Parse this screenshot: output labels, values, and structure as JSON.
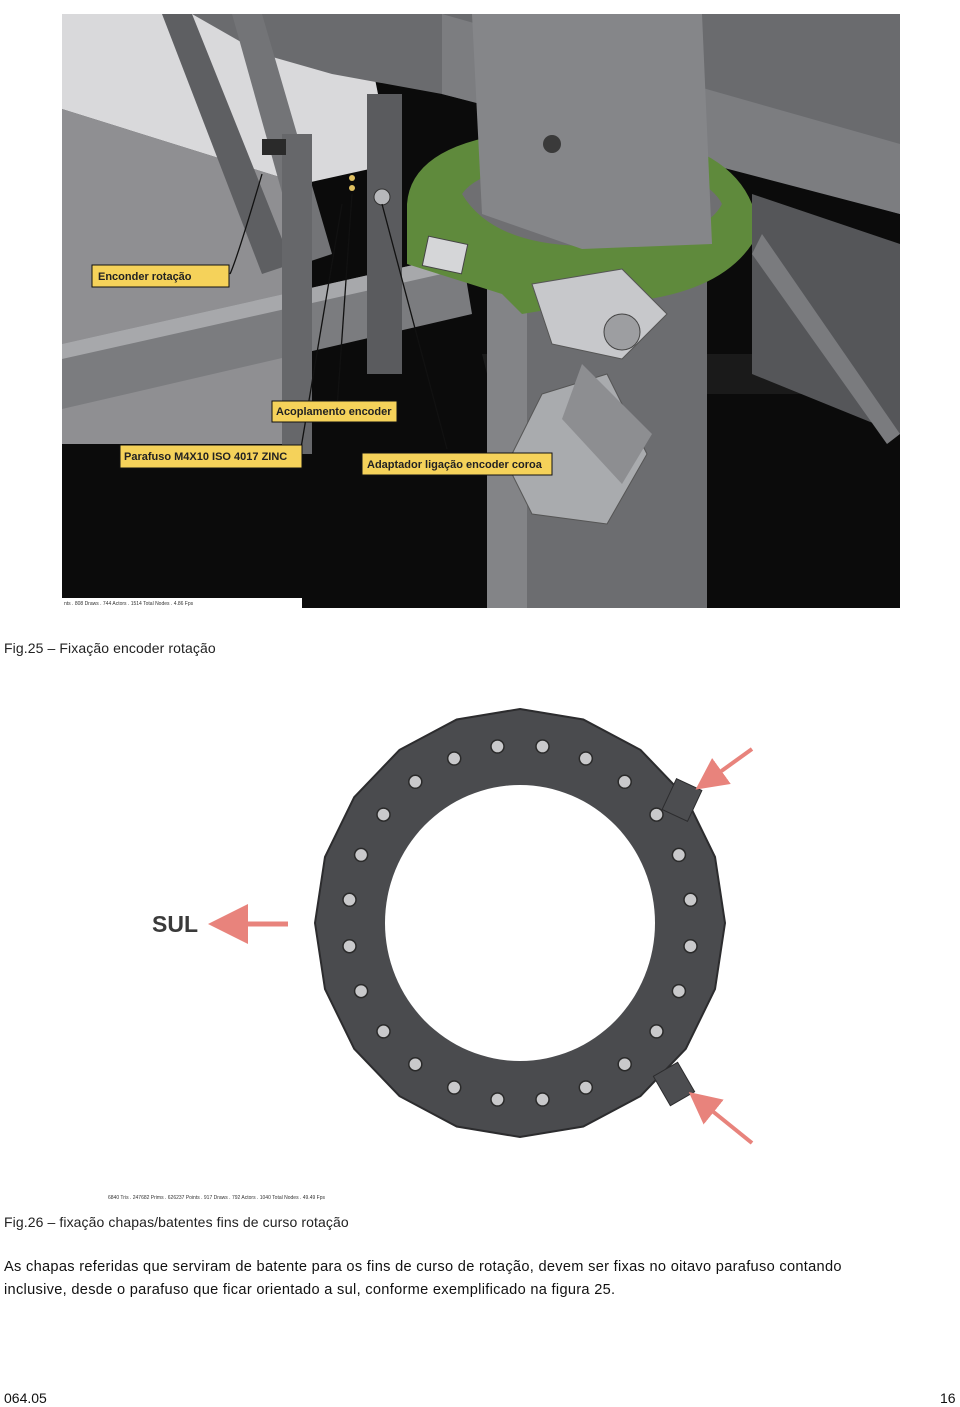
{
  "figure1": {
    "callouts": [
      "Enconder rotação",
      "Acoplamento encoder",
      "Parafuso M4X10 ISO 4017 ZINC",
      "Adaptador ligação encoder coroa"
    ],
    "status_bar": "nts . 808 Draws . 744 Actors . 1514 Total Nodes . 4.86 Fps",
    "colors": {
      "beam": "#6e6e70",
      "ring": "#5f8a3c",
      "motor": "#a9abae"
    }
  },
  "caption1": "Fig.25 – Fixação encoder rotação",
  "figure2": {
    "label": "SUL",
    "status_bar": "6840 Tris . 247682 Prims . 626237 Points . 917 Draws . 792 Actors . 1040 Total Nodes . 49.49 Fps",
    "bolt_count": 24,
    "colors": {
      "ring": "#4a4b4e",
      "bolt": "#c9c9cb",
      "arrow": "#e8837c"
    }
  },
  "caption2": "Fig.26 – fixação chapas/batentes fins de curso rotação",
  "paragraph": "As chapas referidas que serviram de batente para os fins de curso de rotação, devem ser fixas no oitavo parafuso contando inclusive, desde o parafuso que ficar orientado a sul, conforme exemplificado na figura 25.",
  "footer": {
    "left": "064.05",
    "right": "16"
  }
}
